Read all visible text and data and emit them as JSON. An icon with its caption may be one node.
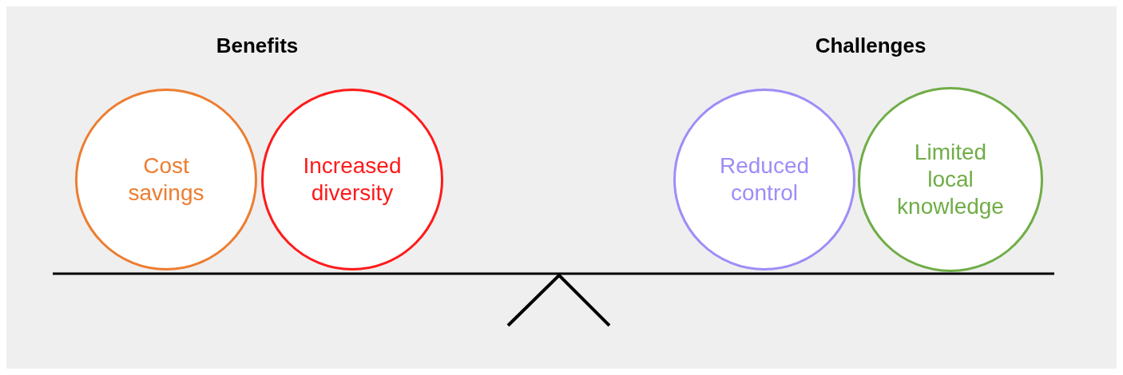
{
  "diagram": {
    "nodes": [
      {
        "text": [
          "Cost savings"
        ]
      },
      {
        "text": [
          "Increased diversity"
        ]
      },
      {
        "text": [
          "Reduced control"
        ]
      },
      {
        "text": [
          "Limited local knowledge"
        ]
      }
    ],
    "labels": [
      "Benefits",
      "Challenges"
    ]
  }
}
